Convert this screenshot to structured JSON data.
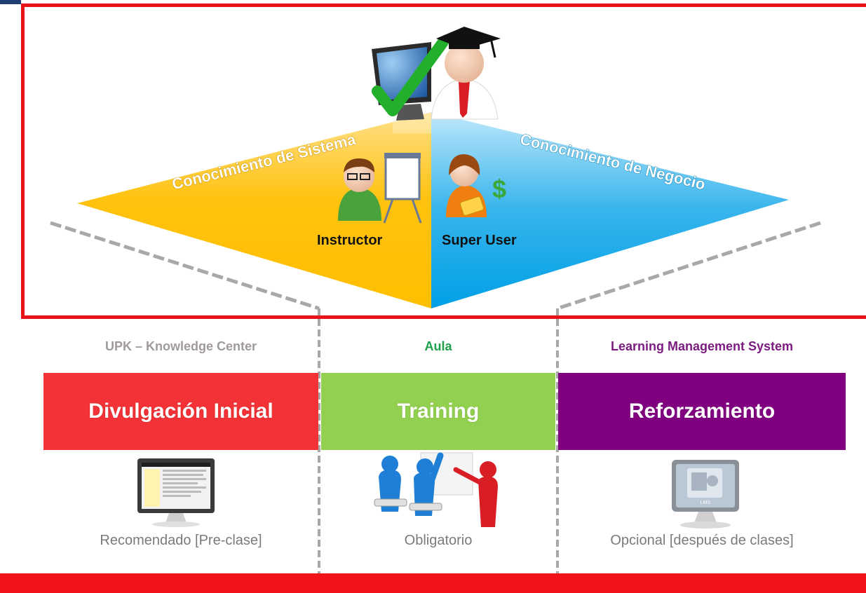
{
  "diagram": {
    "left_region_label": "Conocimiento de Sistema",
    "right_region_label": "Conocimiento de Negocio",
    "roles": {
      "instructor": "Instructor",
      "super_user": "Super User"
    }
  },
  "columns": [
    {
      "source": "UPK – Knowledge Center",
      "phase": "Divulgación Inicial",
      "caption": "Recomendado [Pre-clase]",
      "source_color": "#a09a9a",
      "bar_color": "#f23236"
    },
    {
      "source": "Aula",
      "phase": "Training",
      "caption": "Obligatorio",
      "source_color": "#1fa04a",
      "bar_color": "#92d050"
    },
    {
      "source": "Learning Management System",
      "phase": "Reforzamiento",
      "caption": "Opcional [después de clases]",
      "source_color": "#7b1a7f",
      "bar_color": "#800080"
    }
  ],
  "lms_screen_label": "LMS",
  "colors": {
    "frame": "#e8141a",
    "system_region": "#ffc000",
    "business_region": "#00a9e8",
    "check": "#22b02c"
  }
}
